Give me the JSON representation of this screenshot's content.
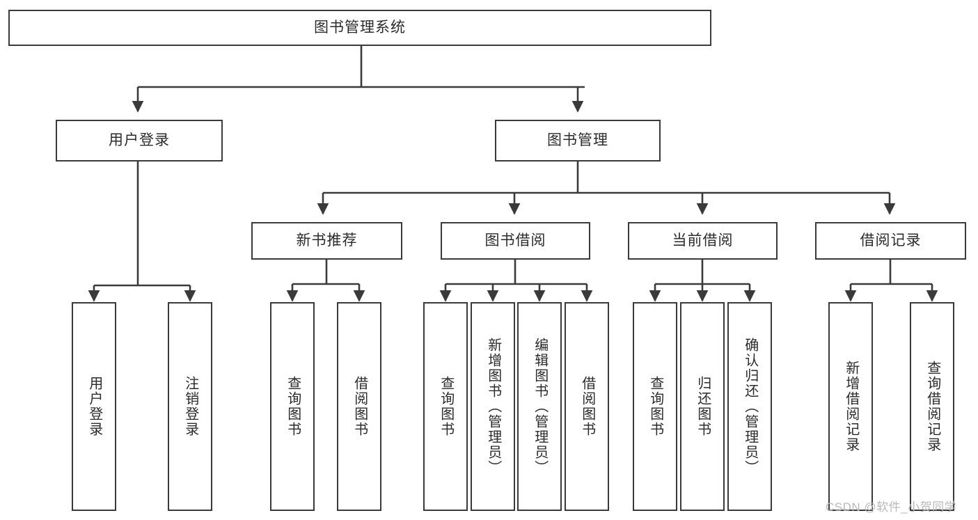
{
  "diagram": {
    "type": "tree-hierarchy-chart",
    "title": "图书管理系统",
    "root": {
      "label": "图书管理系统"
    },
    "level2": [
      {
        "id": "user-login",
        "label": "用户登录"
      },
      {
        "id": "book-management",
        "label": "图书管理"
      }
    ],
    "level3": [
      {
        "id": "new-book-recommend",
        "label": "新书推荐",
        "parent": "book-management"
      },
      {
        "id": "book-borrow",
        "label": "图书借阅",
        "parent": "book-management"
      },
      {
        "id": "current-borrow",
        "label": "当前借阅",
        "parent": "book-management"
      },
      {
        "id": "borrow-record",
        "label": "借阅记录",
        "parent": "book-management"
      }
    ],
    "leaves": [
      {
        "id": "leaf-user-login",
        "label": "用户登录",
        "parent": "user-login"
      },
      {
        "id": "leaf-logout-login",
        "label": "注销登录",
        "parent": "user-login"
      },
      {
        "id": "leaf-query-book-1",
        "label": "查询图书",
        "parent": "new-book-recommend"
      },
      {
        "id": "leaf-borrow-book-1",
        "label": "借阅图书",
        "parent": "new-book-recommend"
      },
      {
        "id": "leaf-query-book-2",
        "label": "查询图书",
        "parent": "book-borrow"
      },
      {
        "id": "leaf-add-book",
        "label": "新增图书（管理员）",
        "parent": "book-borrow"
      },
      {
        "id": "leaf-edit-book",
        "label": "编辑图书（管理员）",
        "parent": "book-borrow"
      },
      {
        "id": "leaf-borrow-book-2",
        "label": "借阅图书",
        "parent": "book-borrow"
      },
      {
        "id": "leaf-query-book-3",
        "label": "查询图书",
        "parent": "current-borrow"
      },
      {
        "id": "leaf-return-book",
        "label": "归还图书",
        "parent": "current-borrow"
      },
      {
        "id": "leaf-confirm-return",
        "label": "确认归还（管理员）",
        "parent": "current-borrow"
      },
      {
        "id": "leaf-add-record",
        "label": "新增借阅记录",
        "parent": "borrow-record"
      },
      {
        "id": "leaf-query-record",
        "label": "查询借阅记录",
        "parent": "borrow-record"
      }
    ],
    "colors": {
      "box_border": "#3a3a3a",
      "box_fill": "#ffffff",
      "text": "#2b2b2b",
      "connector": "#3a3a3a",
      "watermark": "#b9b9b9",
      "background": "#ffffff"
    }
  },
  "watermark": {
    "text": "CSDN @软件_小贺同学"
  }
}
